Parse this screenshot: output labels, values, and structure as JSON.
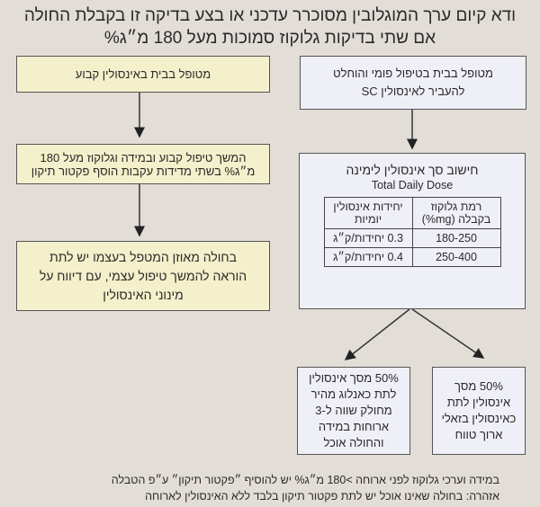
{
  "title": {
    "line1": "ודא קיום ערך המוגלובין מסוכרר עדכני או בצע בדיקה זו בקבלת החולה",
    "line2": "אם שתי בדיקות גלוקוז סמוכות מעל 180 מ״ג%"
  },
  "left": {
    "box1": "מטופל בבית באינסולין קבוע",
    "box2": "המשך טיפול קבוע ובמידה וגלוקוז מעל 180 מ״ג% בשתי מדידות עקבות הוסף פקטור תיקון",
    "box3": "בחולה מאוזן המטפל בעצמו יש לתת הוראה להמשך טיפול עצמי, עם דיווח על מינוני האינסולין"
  },
  "right": {
    "box1": "מטופל בבית בטיפול פומי והוחלט להעביר לאינסולין SC",
    "calc": {
      "title": "חישוב סך אינסולין לימינה",
      "subtitle": "Total Daily Dose",
      "headers": [
        "רמת גלוקוז בקבלה (mg%)",
        "יחידות אינסולין יומיות"
      ],
      "rows": [
        [
          "180-250",
          "0.3 יחידות/ק״ג"
        ],
        [
          "250-400",
          "0.4 יחידות/ק״ג"
        ]
      ]
    },
    "basal": "50% מסך אינסולין לתת כאינסולין בזאלי ארוך טווח",
    "bolus": "50% מסך אינסולין לתת כאנלוג מהיר מחולק שווה ל-3 ארוחות במידה והחולה אוכל"
  },
  "footer": {
    "line1": "במידה וערכי גלוקוז לפני ארוחה >180 מ״ג% יש להוסיף ״פקטור תיקון״ ע״פ הטבלה",
    "line2": "אזהרה: בחולה שאינו אוכל יש לתת פקטור תיקון בלבד ללא האינסולין לארוחה"
  }
}
